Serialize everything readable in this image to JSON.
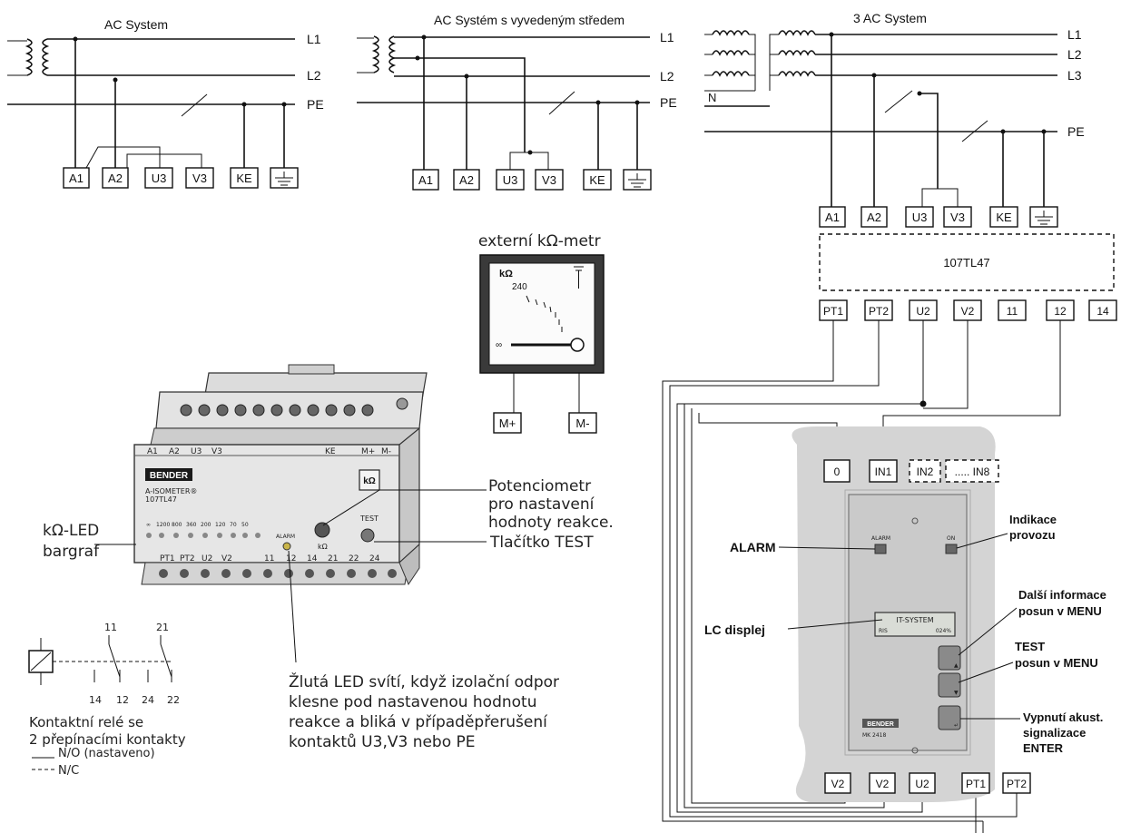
{
  "systems": {
    "ac": {
      "title": "AC System",
      "lines": [
        "L1",
        "L2",
        "PE"
      ],
      "terminals": [
        "A1",
        "A2",
        "U3",
        "V3",
        "KE"
      ]
    },
    "ac_mid": {
      "title": "AC Systém s vyvedeným středem",
      "lines": [
        "L1",
        "L2",
        "PE"
      ],
      "terminals": [
        "A1",
        "A2",
        "U3",
        "V3",
        "KE"
      ]
    },
    "ac3": {
      "title": "3 AC System",
      "lines": [
        "L1",
        "L2",
        "L3",
        "N",
        "PE"
      ],
      "terminals": [
        "A1",
        "A2",
        "U3",
        "V3",
        "KE"
      ]
    }
  },
  "meter": {
    "title": "externí kΩ-metr",
    "unit": "kΩ",
    "scale_value": "240",
    "infinity": "∞",
    "terminals": [
      "M+",
      "M-"
    ]
  },
  "module": {
    "label": "107TL47",
    "terminals": [
      "PT1",
      "PT2",
      "U2",
      "V2",
      "11",
      "12",
      "14"
    ]
  },
  "device": {
    "top_terminals": [
      "A1",
      "A2",
      "U3",
      "V3",
      "KE",
      "M+",
      "M-"
    ],
    "brand": "BENDER",
    "name_line1": "A-ISOMETER®",
    "name_line2": "107TL47",
    "kohm_button": "kΩ",
    "test_label": "TEST",
    "alarm_label": "ALARM",
    "dial_unit": "kΩ",
    "scale_labels": [
      "∞",
      "1200",
      "800",
      "360",
      "200",
      "120",
      "70",
      "50"
    ],
    "bottom_terminals": [
      "PT1",
      "PT2",
      "U2",
      "V2",
      "11",
      "12",
      "14",
      "21",
      "22",
      "24"
    ]
  },
  "annotations": {
    "potentiometer_1": "Potenciometr",
    "potentiometer_2": "pro nastavení",
    "potentiometer_3": "hodnoty reakce.",
    "test_button": "Tlačítko TEST",
    "led_bargraph_1": "kΩ-LED",
    "led_bargraph_2": "bargraf",
    "yellow_led_1": "Žlutá LED svítí, když izolační odpor",
    "yellow_led_2": "klesne pod nastavenou hodnotu",
    "yellow_led_3": "reakce a bliká v případěpřerušení",
    "yellow_led_4": "kontaktů U3,V3 nebo PE"
  },
  "relay": {
    "numbers": [
      "11",
      "21",
      "14",
      "12",
      "24",
      "22"
    ],
    "caption_1": "Kontaktní relé se",
    "caption_2": "2 přepínacími kontakty",
    "legend_no": "N/O (nastaveno)",
    "legend_nc": "N/C"
  },
  "panel": {
    "inputs": [
      "0",
      "IN1",
      "IN2",
      "..... IN8"
    ],
    "alarm_led": "ALARM",
    "on_led": "ON",
    "display_line1": "IT-SYSTEM",
    "display_line2_left": "RIS",
    "display_line2_right": "024%",
    "logo": "BENDER",
    "model": "MK 2418",
    "bottom_terminals": [
      "V2",
      "V2",
      "U2",
      "PT1",
      "PT2"
    ],
    "labels": {
      "alarm": "ALARM",
      "operation_1": "Indikace",
      "operation_2": "provozu",
      "display": "LC displej",
      "more_info_1": "Další informace",
      "more_info_2": "posun v MENU",
      "test_1": "TEST",
      "test_2": "posun v MENU",
      "mute_1": "Vypnutí akust.",
      "mute_2": "signalizace",
      "mute_3": "ENTER"
    }
  }
}
